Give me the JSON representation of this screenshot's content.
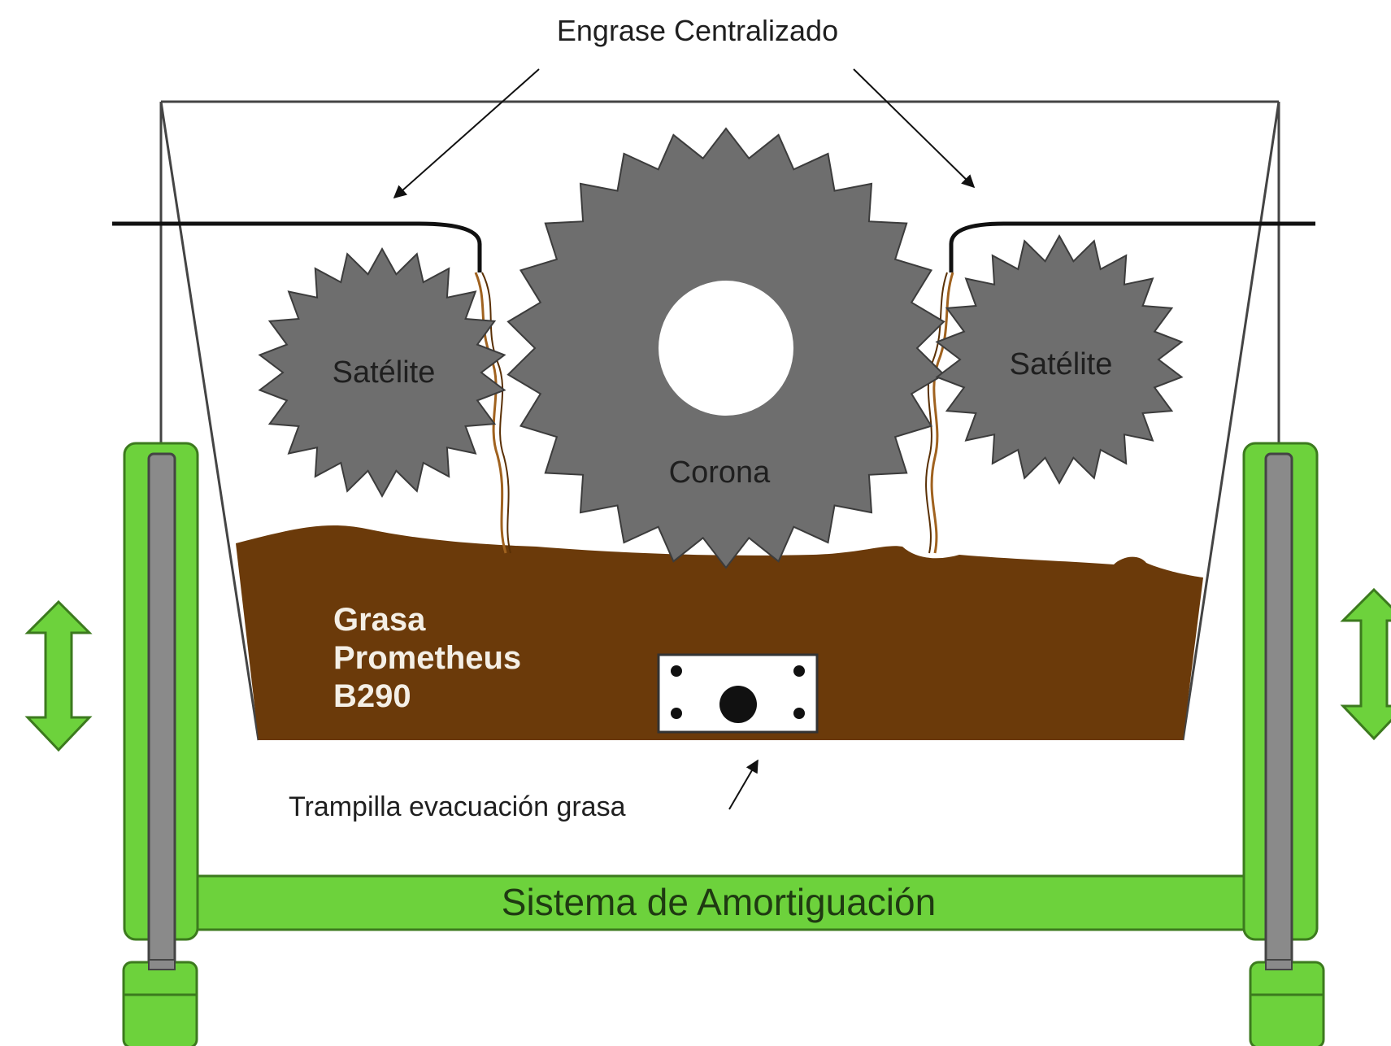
{
  "labels": {
    "centralized_greasing": "Engrase Centralizado",
    "satellite_left": "Satélite",
    "satellite_right": "Satélite",
    "ring_gear": "Corona",
    "grease_line1": "Grasa",
    "grease_line2": "Prometheus",
    "grease_line3": "B290",
    "hatch": "Trampilla evacuación grasa",
    "damping_system": "Sistema de Amortiguación"
  },
  "icons": {
    "ring_gear": "large-gear-icon",
    "satellites": "small-gear-icon",
    "arrows": "vertical-double-arrow-icon"
  },
  "colors": {
    "gear": "#6e6e6e",
    "gear_outline": "#3c3c3c",
    "grease": "#6b3a0a",
    "damper": "#6dd23c",
    "damper_outline": "#3c7a1e",
    "rod": "#8a8a8a",
    "frame": "#444444"
  }
}
